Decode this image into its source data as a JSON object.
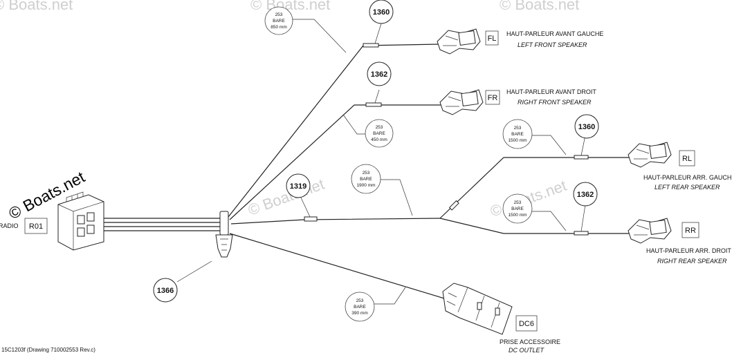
{
  "watermark": {
    "text": "© Boats.net"
  },
  "footer": {
    "drawing_ref": "15C1203f (Drawing 710002553 Rev.c)"
  },
  "radio": {
    "name": "RADIO",
    "code": "R01"
  },
  "connectors": {
    "fl": {
      "code": "FL",
      "label_fr": "HAUT-PARLEUR AVANT GAUCHE",
      "label_en": "LEFT FRONT SPEAKER"
    },
    "fr": {
      "code": "FR",
      "label_fr": "HAUT-PARLEUR AVANT DROIT",
      "label_en": "RIGHT FRONT SPEAKER"
    },
    "rl": {
      "code": "RL",
      "label_fr": "HAUT-PARLEUR ARR. GAUCHE",
      "label_en": "LEFT REAR SPEAKER"
    },
    "rr": {
      "code": "RR",
      "label_fr": "HAUT-PARLEUR ARR. DROIT",
      "label_en": "RIGHT REAR SPEAKER"
    },
    "dc6": {
      "code": "DC6",
      "label_fr": "PRISE ACCESSOIRE",
      "label_en": "DC OUTLET"
    }
  },
  "callouts": [
    {
      "id": "1360",
      "ref": "1360"
    },
    {
      "id": "1362",
      "ref": "1362"
    },
    {
      "id": "1360b",
      "ref": "1360"
    },
    {
      "id": "1362b",
      "ref": "1362"
    },
    {
      "id": "1319",
      "ref": "1319"
    },
    {
      "id": "1366",
      "ref": "1366"
    }
  ],
  "wire_notes": {
    "fl": {
      "l1": "253",
      "l2": "BARE",
      "l3": "850 mm"
    },
    "fr": {
      "l1": "253",
      "l2": "BARE",
      "l3": "450 mm"
    },
    "rl": {
      "l1": "253",
      "l2": "BARE",
      "l3": "1500 mm"
    },
    "rr": {
      "l1": "253",
      "l2": "BARE",
      "l3": "1500 mm"
    },
    "main": {
      "l1": "253",
      "l2": "BARE",
      "l3": "1900 mm"
    },
    "dc": {
      "l1": "253",
      "l2": "BARE",
      "l3": "390 mm"
    }
  }
}
